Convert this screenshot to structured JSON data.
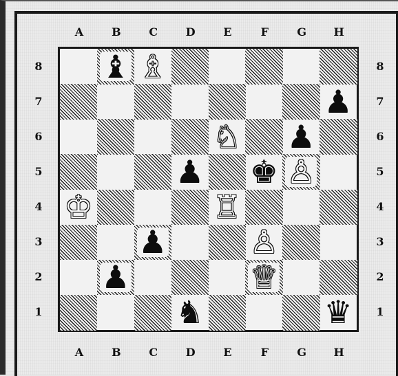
{
  "board": {
    "files": [
      "A",
      "B",
      "C",
      "D",
      "E",
      "F",
      "G",
      "H"
    ],
    "ranks": [
      "8",
      "7",
      "6",
      "5",
      "4",
      "3",
      "2",
      "1"
    ],
    "pieces": [
      {
        "square": "b8",
        "color": "black",
        "type": "bishop",
        "glyph": "♝",
        "icon": "black-bishop-icon"
      },
      {
        "square": "c8",
        "color": "white",
        "type": "bishop",
        "glyph": "♗",
        "icon": "white-bishop-icon"
      },
      {
        "square": "h7",
        "color": "black",
        "type": "pawn",
        "glyph": "♟",
        "icon": "black-pawn-icon"
      },
      {
        "square": "e6",
        "color": "white",
        "type": "knight",
        "glyph": "♘",
        "icon": "white-knight-icon"
      },
      {
        "square": "g6",
        "color": "black",
        "type": "pawn",
        "glyph": "♟",
        "icon": "black-pawn-icon"
      },
      {
        "square": "d5",
        "color": "black",
        "type": "pawn",
        "glyph": "♟",
        "icon": "black-pawn-icon"
      },
      {
        "square": "f5",
        "color": "black",
        "type": "king",
        "glyph": "♚",
        "icon": "black-king-icon"
      },
      {
        "square": "g5",
        "color": "white",
        "type": "pawn",
        "glyph": "♙",
        "icon": "white-pawn-icon"
      },
      {
        "square": "a4",
        "color": "white",
        "type": "king",
        "glyph": "♔",
        "icon": "white-king-icon"
      },
      {
        "square": "e4",
        "color": "white",
        "type": "rook",
        "glyph": "♖",
        "icon": "white-rook-icon"
      },
      {
        "square": "c3",
        "color": "black",
        "type": "pawn",
        "glyph": "♟",
        "icon": "black-pawn-icon"
      },
      {
        "square": "f3",
        "color": "white",
        "type": "pawn",
        "glyph": "♙",
        "icon": "white-pawn-icon"
      },
      {
        "square": "b2",
        "color": "black",
        "type": "pawn",
        "glyph": "♟",
        "icon": "black-pawn-icon"
      },
      {
        "square": "f2",
        "color": "white",
        "type": "queen",
        "glyph": "♕",
        "icon": "white-queen-icon"
      },
      {
        "square": "d1",
        "color": "black",
        "type": "knight",
        "glyph": "♞",
        "icon": "black-knight-icon"
      },
      {
        "square": "h1",
        "color": "black",
        "type": "queen",
        "glyph": "♛",
        "icon": "black-queen-icon"
      }
    ]
  }
}
